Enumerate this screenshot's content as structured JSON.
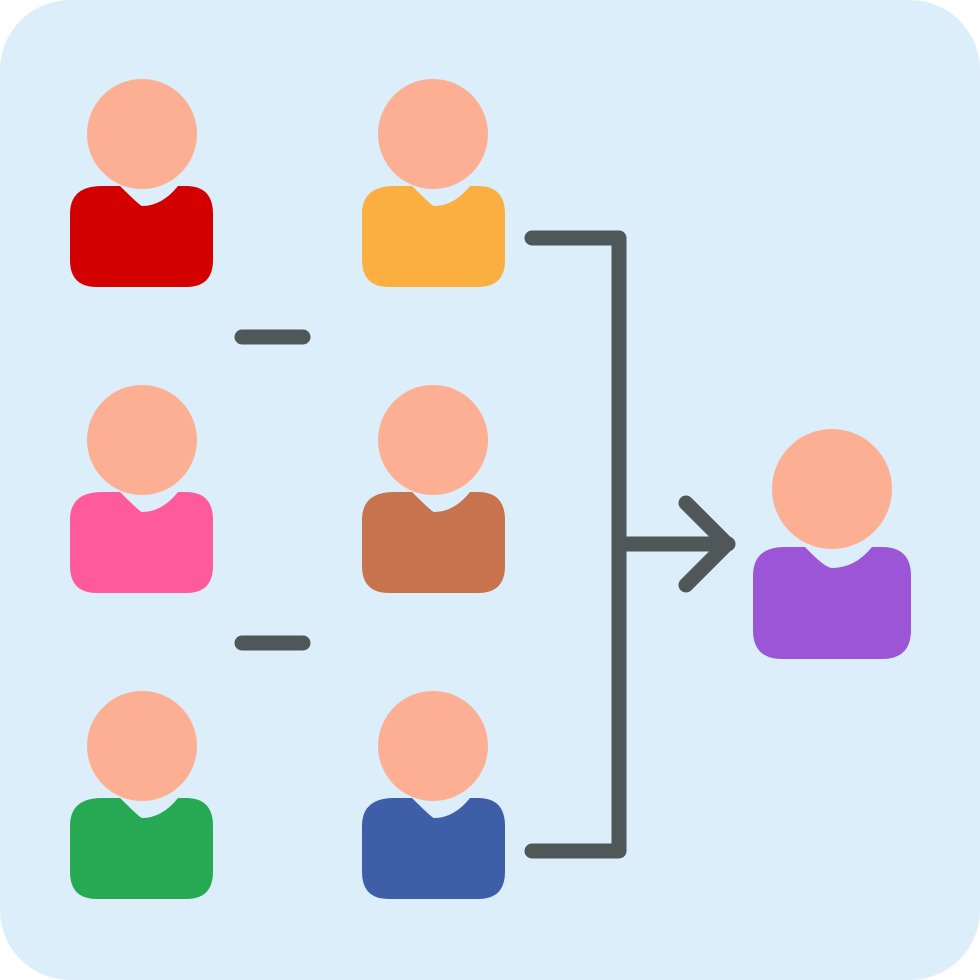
{
  "icon": {
    "background_color": "#DDEEFB",
    "head_color": "#FCAF93",
    "line_color": "#4F5758"
  },
  "people": [
    {
      "id": "red",
      "shirt_color": "#D30000"
    },
    {
      "id": "orange",
      "shirt_color": "#FAAF40"
    },
    {
      "id": "pink",
      "shirt_color": "#FF5A9C"
    },
    {
      "id": "brown",
      "shirt_color": "#C6734E"
    },
    {
      "id": "green",
      "shirt_color": "#27A852"
    },
    {
      "id": "blue",
      "shirt_color": "#3E5FA8"
    },
    {
      "id": "purple-result",
      "shirt_color": "#9B55D6"
    }
  ],
  "connectors": {
    "dash_count": 2,
    "bracket_arrow_icon": "bracket-merge-arrow"
  }
}
